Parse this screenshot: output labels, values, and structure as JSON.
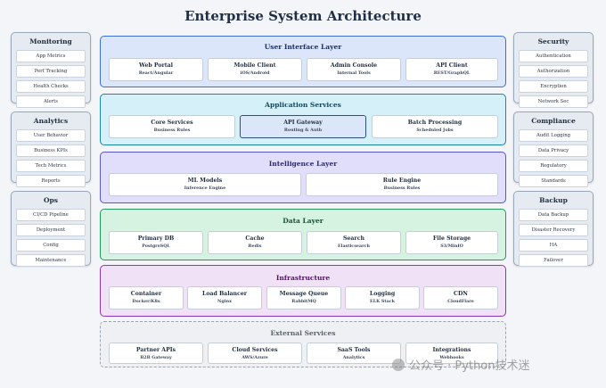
{
  "title": "Enterprise System Architecture",
  "left_panels": [
    {
      "title": "Monitoring",
      "items": [
        "App Metrics",
        "Perf Tracking",
        "Health Checks",
        "Alerts"
      ]
    },
    {
      "title": "Analytics",
      "items": [
        "User Behavior",
        "Business KPIs",
        "Tech Metrics",
        "Reports"
      ]
    },
    {
      "title": "Ops",
      "items": [
        "CI/CD Pipeline",
        "Deployment",
        "Config",
        "Maintenance"
      ]
    }
  ],
  "right_panels": [
    {
      "title": "Security",
      "items": [
        "Authentication",
        "Authorization",
        "Encryption",
        "Network Sec"
      ]
    },
    {
      "title": "Compliance",
      "items": [
        "Audit Logging",
        "Data Privacy",
        "Regulatory",
        "Standards"
      ]
    },
    {
      "title": "Backup",
      "items": [
        "Data Backup",
        "Disaster Recovery",
        "HA",
        "Failover"
      ]
    }
  ],
  "layers": [
    {
      "title": "User Interface Layer",
      "colors": {
        "bg": "#dbe6fb",
        "border": "#3b6fd8",
        "title": "#1c2f63"
      },
      "boxes": [
        {
          "name": "Web Portal",
          "sub": "React/Angular"
        },
        {
          "name": "Mobile Client",
          "sub": "iOS/Android"
        },
        {
          "name": "Admin Console",
          "sub": "Internal Tools"
        },
        {
          "name": "API Client",
          "sub": "REST/GraphQL"
        }
      ]
    },
    {
      "title": "Application Services",
      "colors": {
        "bg": "#d5f0f8",
        "border": "#1a87a8",
        "title": "#0f4a5c"
      },
      "boxes": [
        {
          "name": "Core Services",
          "sub": "Business Rules"
        },
        {
          "name": "API Gateway",
          "sub": "Routing & Auth",
          "highlight": true
        },
        {
          "name": "Batch Processing",
          "sub": "Scheduled Jobs"
        }
      ]
    },
    {
      "title": "Intelligence Layer",
      "colors": {
        "bg": "#e0defa",
        "border": "#5b56c9",
        "title": "#2d2a70"
      },
      "boxes": [
        {
          "name": "ML Models",
          "sub": "Inference Engine"
        },
        {
          "name": "Rule Engine",
          "sub": "Business Rules"
        }
      ]
    },
    {
      "title": "Data Layer",
      "colors": {
        "bg": "#d6f3e2",
        "border": "#1f9a5c",
        "title": "#135231"
      },
      "boxes": [
        {
          "name": "Primary DB",
          "sub": "PostgreSQL"
        },
        {
          "name": "Cache",
          "sub": "Redis"
        },
        {
          "name": "Search",
          "sub": "Elasticsearch"
        },
        {
          "name": "File Storage",
          "sub": "S3/MinIO"
        }
      ]
    },
    {
      "title": "Infrastructure",
      "colors": {
        "bg": "#f1e1f6",
        "border": "#8e35b0",
        "title": "#4f1466"
      },
      "boxes": [
        {
          "name": "Container",
          "sub": "Docker/K8s"
        },
        {
          "name": "Load Balancer",
          "sub": "Nginx"
        },
        {
          "name": "Message Queue",
          "sub": "RabbitMQ"
        },
        {
          "name": "Logging",
          "sub": "ELK Stack"
        },
        {
          "name": "CDN",
          "sub": "CloudFlare"
        }
      ]
    },
    {
      "title": "External Services",
      "colors": {
        "bg": "#eef0f3",
        "border": "#9aa3ad",
        "title": "#5b6470"
      },
      "dashed": true,
      "boxes": [
        {
          "name": "Partner APIs",
          "sub": "B2B Gateway"
        },
        {
          "name": "Cloud Services",
          "sub": "AWS/Azure"
        },
        {
          "name": "SaaS Tools",
          "sub": "Analytics"
        },
        {
          "name": "Integrations",
          "sub": "Webhooks"
        }
      ]
    }
  ],
  "watermark": "公众号 · Python技术迷"
}
